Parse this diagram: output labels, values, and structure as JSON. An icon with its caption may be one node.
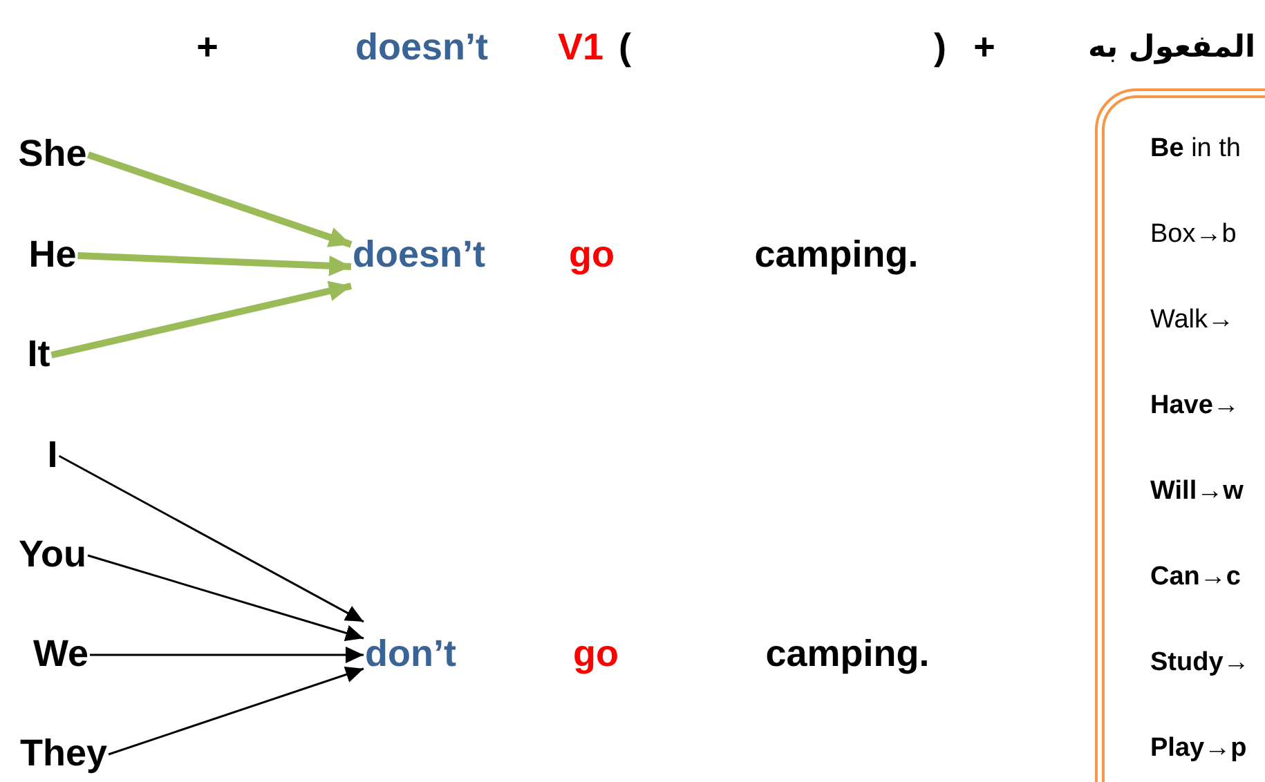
{
  "diagram": {
    "nodes": [
      {
        "text": [
          "She"
        ]
      },
      {
        "text": [
          "He"
        ]
      },
      {
        "text": [
          "It"
        ]
      },
      {
        "text": [
          "doesn’t"
        ]
      },
      {
        "text": [
          "I"
        ]
      },
      {
        "text": [
          "You"
        ]
      },
      {
        "text": [
          "We"
        ]
      },
      {
        "text": [
          "They"
        ]
      },
      {
        "text": [
          "don’t"
        ]
      },
      {
        "text": [
          "**Be** in th",
          "Box→b",
          "Walk→",
          "Have→",
          "Will→w",
          "Can→c",
          "Study→",
          "Play→p"
        ]
      }
    ],
    "edges": [
      {
        "from": 0,
        "to": 3,
        "arrow": "to",
        "style": "thick",
        "color": "#9bbb59"
      },
      {
        "from": 1,
        "to": 3,
        "arrow": "to",
        "style": "thick",
        "color": "#9bbb59"
      },
      {
        "from": 2,
        "to": 3,
        "arrow": "to",
        "style": "thick",
        "color": "#9bbb59"
      },
      {
        "from": 4,
        "to": 8,
        "arrow": "to"
      },
      {
        "from": 5,
        "to": 8,
        "arrow": "to"
      },
      {
        "from": 6,
        "to": 8,
        "arrow": "to"
      },
      {
        "from": 7,
        "to": 8,
        "arrow": "to"
      }
    ],
    "labels": [
      "+",
      "doesn’t",
      "V1",
      "(",
      ")",
      "+",
      "المفعول به",
      "go",
      "camping.",
      "go",
      "camping."
    ]
  }
}
